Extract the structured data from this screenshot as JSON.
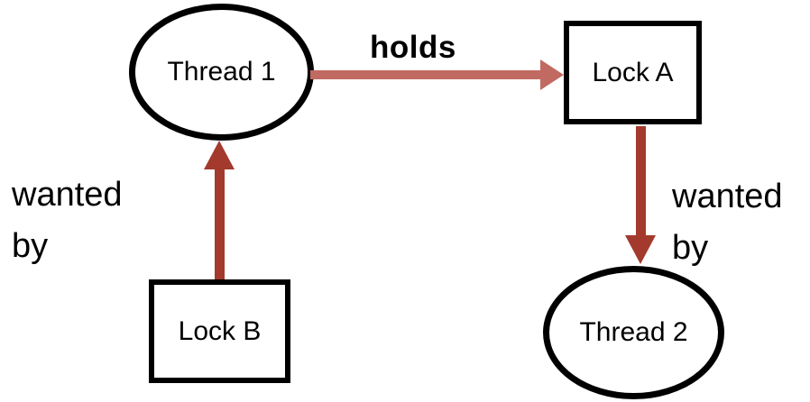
{
  "diagram": {
    "description": "deadlock-wait-for-graph",
    "nodes": {
      "thread1": {
        "label": "Thread 1",
        "shape": "ellipse"
      },
      "lockA": {
        "label": "Lock A",
        "shape": "rect"
      },
      "thread2": {
        "label": "Thread 2",
        "shape": "ellipse"
      },
      "lockB": {
        "label": "Lock B",
        "shape": "rect"
      }
    },
    "edges": {
      "holds": {
        "from": "Thread 1",
        "to": "Lock A",
        "label": "holds",
        "direction": "right"
      },
      "lockA_wanted_by_thread2": {
        "from": "Lock A",
        "to": "Thread 2",
        "label_line1": "wanted",
        "label_line2": "by",
        "direction": "down"
      },
      "lockB_wanted_by_thread1": {
        "from": "Lock B",
        "to": "Thread 1",
        "label_line1": "wanted",
        "label_line2": "by",
        "direction": "up"
      }
    },
    "colors": {
      "holds_arrow": "#C16A62",
      "wanted_arrow": "#A33A2D",
      "node_border": "#000000",
      "text": "#000000",
      "background": "#FFFFFF"
    }
  }
}
